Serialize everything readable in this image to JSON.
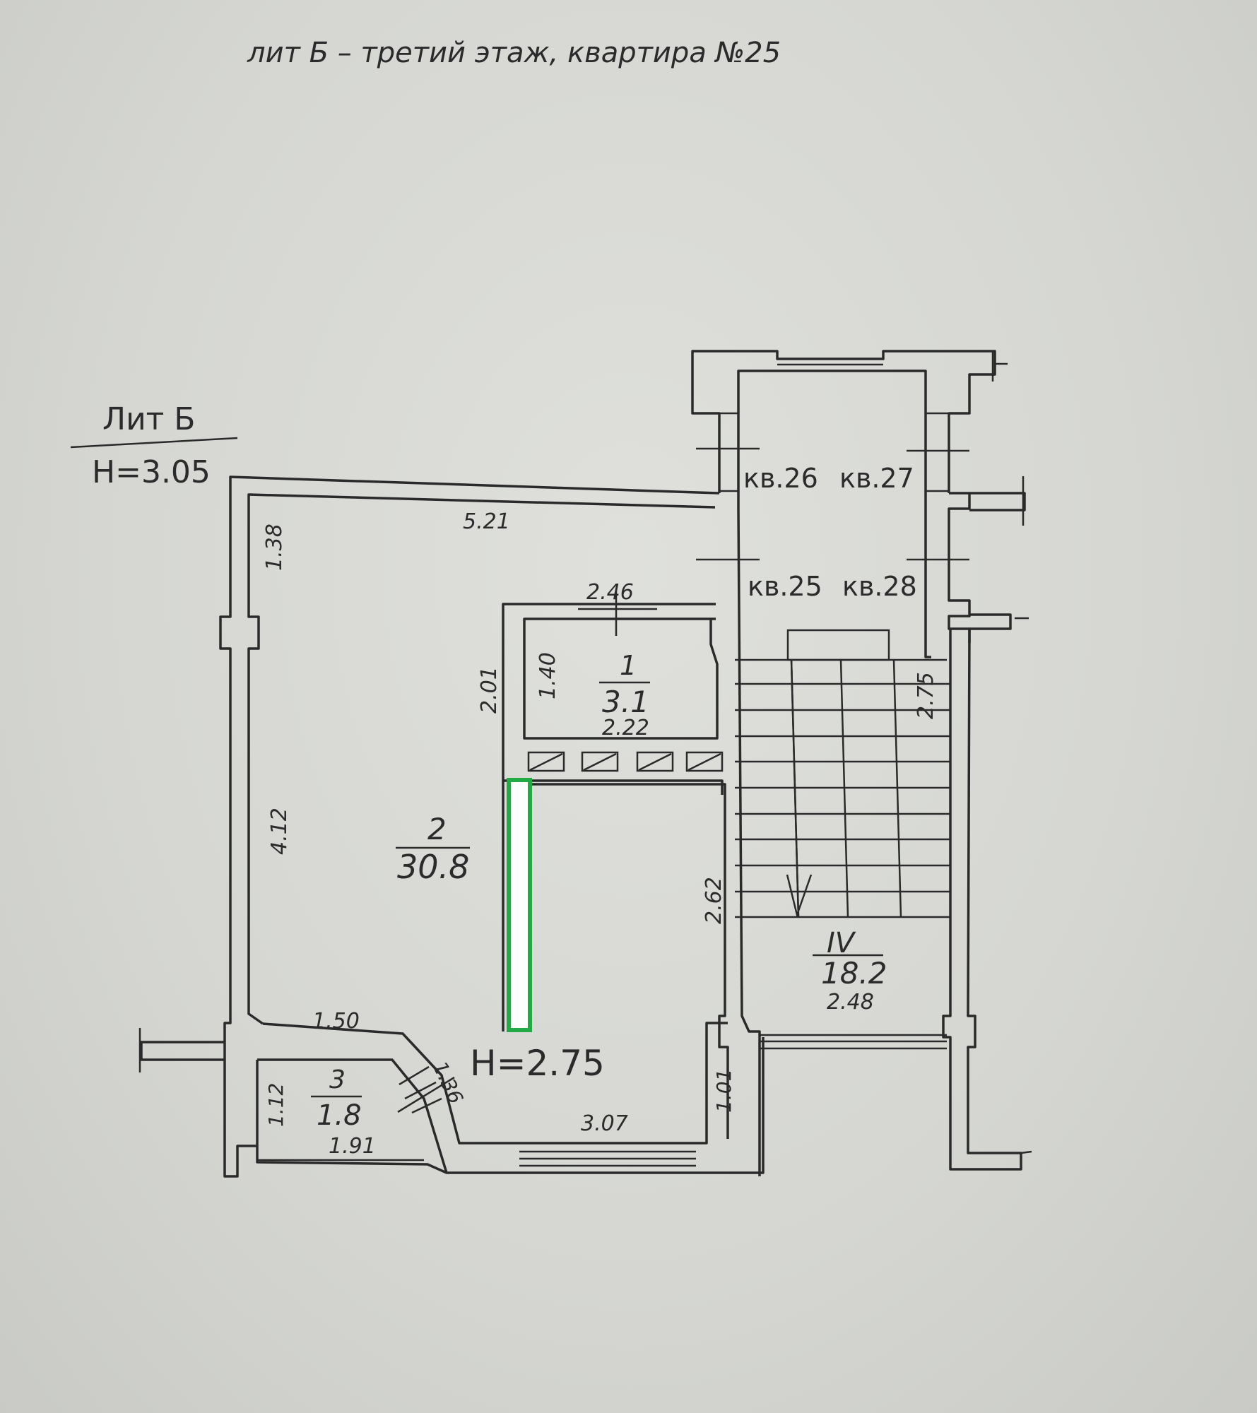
{
  "title": "лит Б – третий  этаж, квартира №25",
  "lit": {
    "name": "Лит Б",
    "height": "Н=3.05"
  },
  "rooms": [
    {
      "num": "1",
      "area": "3.1"
    },
    {
      "num": "2",
      "area": "30.8"
    },
    {
      "num": "3",
      "area": "1.8"
    },
    {
      "num": "IV",
      "area": "18.2"
    }
  ],
  "room_height": "Н=2.75",
  "apartments": [
    "кв.26",
    "кв.27",
    "кв.25",
    "кв.28"
  ],
  "dimensions": {
    "d521": "5.21",
    "d138": "1.38",
    "d246": "2.46",
    "d201": "2.01",
    "d140": "1.40",
    "d222": "2.22",
    "d412": "4.12",
    "d262": "2.62",
    "d275": "2.75",
    "d248": "2.48",
    "d150": "1.50",
    "d136": "1.36",
    "d112": "1.12",
    "d191": "1.91",
    "d307": "3.07",
    "d101": "1.01"
  },
  "highlight_color": "#22aa44"
}
